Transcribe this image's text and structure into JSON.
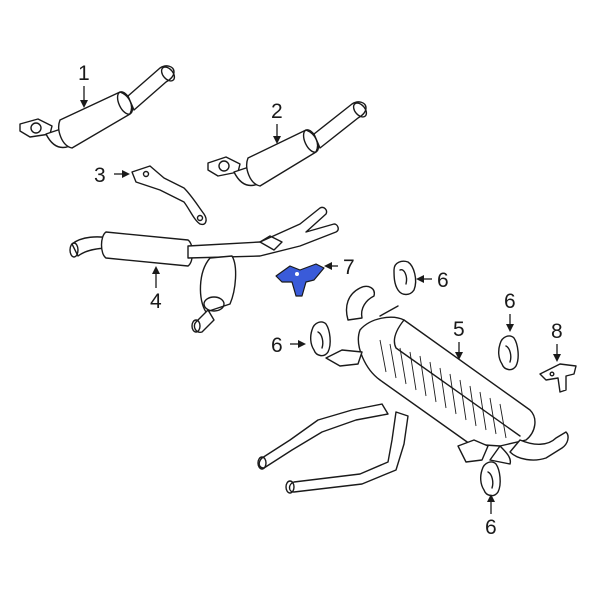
{
  "highlight_color": "#3a5bd9",
  "line_color": "#1a1a1a",
  "callouts": [
    {
      "id": "c1",
      "label": "1"
    },
    {
      "id": "c2",
      "label": "2"
    },
    {
      "id": "c3",
      "label": "3"
    },
    {
      "id": "c4",
      "label": "4"
    },
    {
      "id": "c5",
      "label": "5"
    },
    {
      "id": "c6a",
      "label": "6"
    },
    {
      "id": "c6b",
      "label": "6"
    },
    {
      "id": "c6c",
      "label": "6"
    },
    {
      "id": "c6d",
      "label": "6"
    },
    {
      "id": "c7",
      "label": "7"
    },
    {
      "id": "c8",
      "label": "8"
    }
  ]
}
